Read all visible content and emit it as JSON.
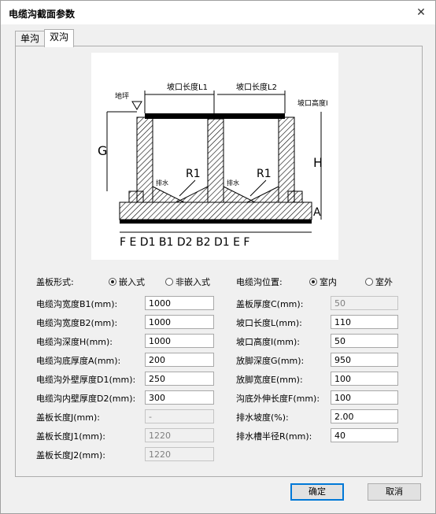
{
  "window": {
    "title": "电缆沟截面参数"
  },
  "tabs": [
    {
      "label": "单沟"
    },
    {
      "label": "双沟"
    }
  ],
  "diagram": {
    "labels": {
      "L1": "坡口长度L1",
      "L2": "坡口长度L2",
      "slope_text": "坡口高度I",
      "ground": "地坪",
      "G": "G",
      "H": "H",
      "A": "A",
      "R1a": "R1",
      "R1b": "R1",
      "drain_a": "排水",
      "drain_b": "排水",
      "bottom": "F E D1   B1   D2   B2   D1 E F"
    }
  },
  "cover_type": {
    "label": "盖板形式:",
    "options": [
      "嵌入式",
      "非嵌入式"
    ],
    "selected": 0
  },
  "position": {
    "label": "电缆沟位置:",
    "options": [
      "室内",
      "室外"
    ],
    "selected": 0
  },
  "left_fields": [
    {
      "label": "电缆沟宽度B1(mm):",
      "value": "1000",
      "disabled": false
    },
    {
      "label": "电缆沟宽度B2(mm):",
      "value": "1000",
      "disabled": false
    },
    {
      "label": "电缆沟深度H(mm):",
      "value": "1000",
      "disabled": false
    },
    {
      "label": "电缆沟底厚度A(mm):",
      "value": "200",
      "disabled": false
    },
    {
      "label": "电缆沟外壁厚度D1(mm):",
      "value": "250",
      "disabled": false
    },
    {
      "label": "电缆沟内壁厚度D2(mm):",
      "value": "300",
      "disabled": false
    },
    {
      "label": "盖板长度J(mm):",
      "value": "-",
      "disabled": true
    },
    {
      "label": "盖板长度J1(mm):",
      "value": "1220",
      "disabled": true
    },
    {
      "label": "盖板长度J2(mm):",
      "value": "1220",
      "disabled": true
    }
  ],
  "right_fields": [
    {
      "label": "盖板厚度C(mm):",
      "value": "50",
      "disabled": true
    },
    {
      "label": "坡口长度L(mm):",
      "value": "110",
      "disabled": false
    },
    {
      "label": "坡口高度I(mm):",
      "value": "50",
      "disabled": false
    },
    {
      "label": "放脚深度G(mm):",
      "value": "950",
      "disabled": false
    },
    {
      "label": "放脚宽度E(mm):",
      "value": "100",
      "disabled": false
    },
    {
      "label": "沟底外伸长度F(mm):",
      "value": "100",
      "disabled": false
    },
    {
      "label": "排水坡度(%):",
      "value": "2.00",
      "disabled": false
    },
    {
      "label": "排水槽半径R(mm):",
      "value": "40",
      "disabled": false
    }
  ],
  "buttons": {
    "ok": "确定",
    "cancel": "取消"
  }
}
